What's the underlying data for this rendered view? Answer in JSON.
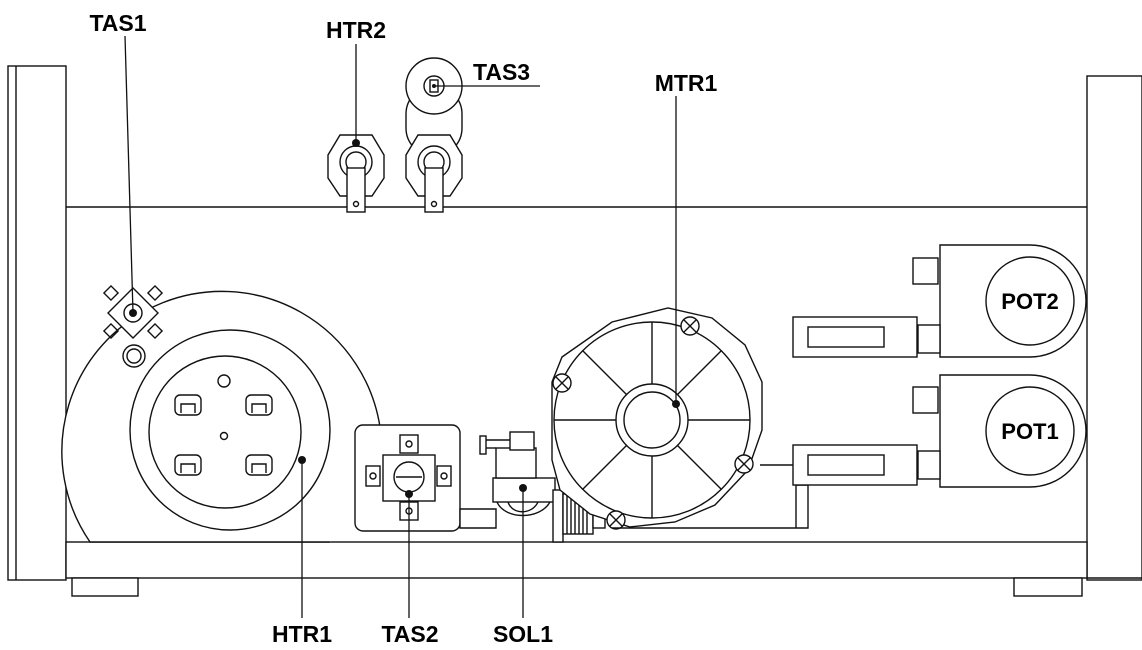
{
  "labels": {
    "tas1": "TAS1",
    "htr2": "HTR2",
    "tas3": "TAS3",
    "mtr1": "MTR1",
    "pot2": "POT2",
    "pot1": "POT1",
    "htr1": "HTR1",
    "tas2": "TAS2",
    "sol1": "SOL1"
  }
}
